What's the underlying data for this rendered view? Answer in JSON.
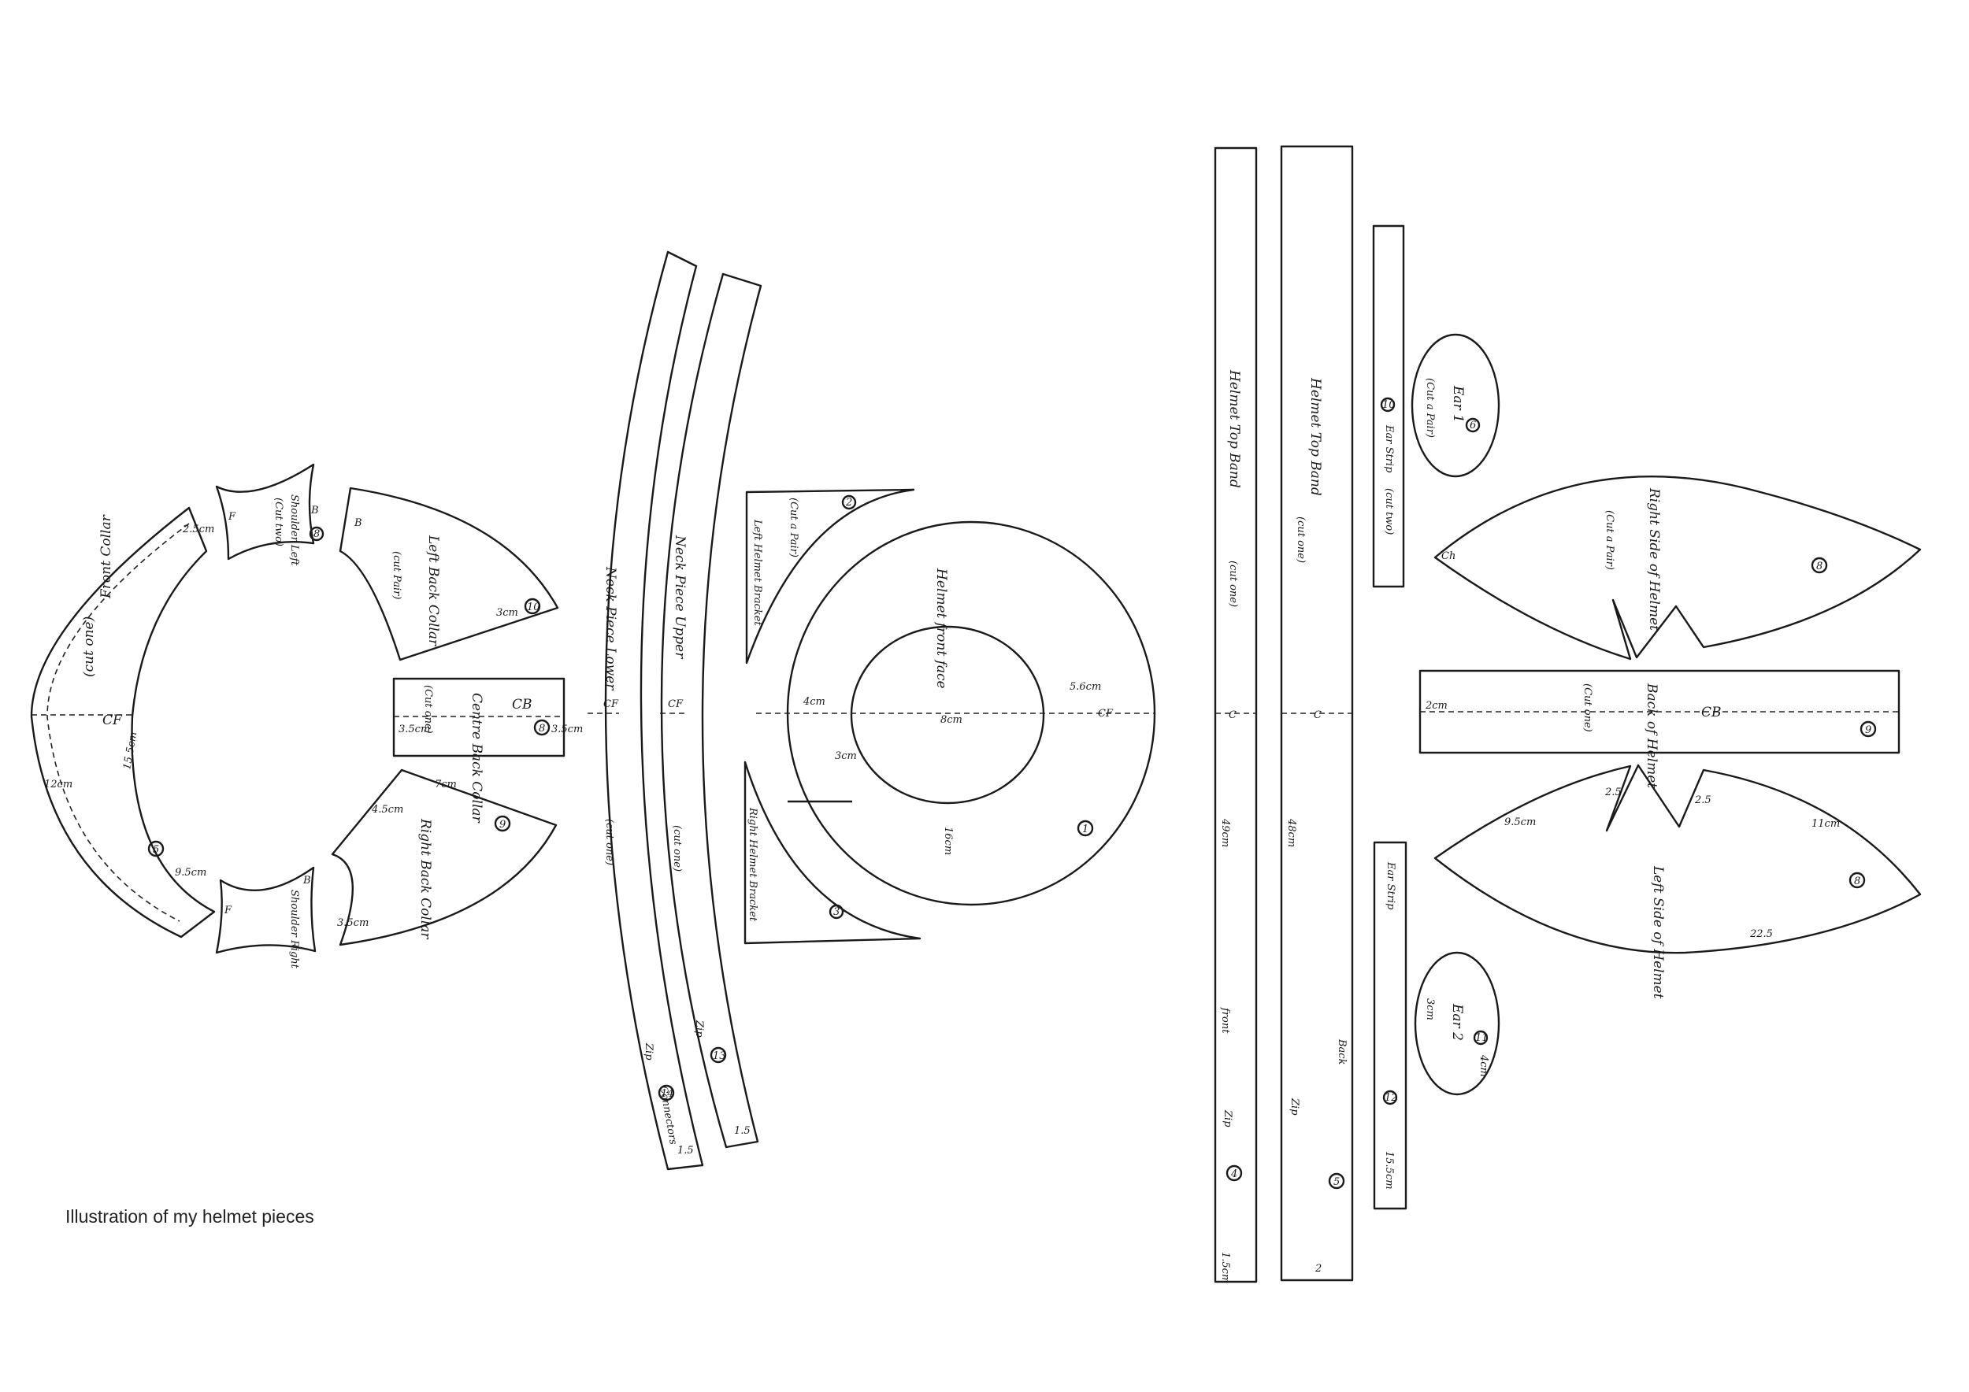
{
  "caption": "Illustration of my helmet pieces",
  "pieces": {
    "front_collar": {
      "name": "Front Collar",
      "note": "(cut one)",
      "number": "5",
      "fold": "CF",
      "meas_inner": "15.5cm",
      "meas_top": "2.5cm",
      "meas_left": "12cm",
      "meas_bottom": "9.5cm"
    },
    "shoulder_left": {
      "name": "Shoulder Left",
      "note": "(Cut two)",
      "number": "8",
      "mark_a": "B",
      "mark_b": "F"
    },
    "shoulder_right": {
      "name": "Shoulder Right",
      "mark_a": "B",
      "mark_b": "F"
    },
    "left_back_collar": {
      "name": "Left Back Collar",
      "note": "(cut Pair)",
      "number": "10",
      "mark": "B",
      "meas": "3cm"
    },
    "centre_back_collar": {
      "name": "Centre Back Collar",
      "note": "(Cut one)",
      "fold": "CB",
      "number": "8",
      "meas_a": "3.5cm",
      "meas_b": "3.5cm"
    },
    "right_back_collar": {
      "name": "Right Back Collar",
      "number": "9",
      "meas_a": "7cm",
      "meas_b": "4.5cm",
      "meas_c": "3.5cm"
    },
    "neck_piece_lower": {
      "name": "Neck Piece Lower",
      "note": "(cut one)",
      "number": "14",
      "fold": "CF",
      "zip": "Zip",
      "meas": "1.5",
      "side_note": "Connectors"
    },
    "neck_piece_upper": {
      "name": "Neck Piece Upper",
      "note": "(cut one)",
      "number": "13",
      "fold": "CF",
      "zip": "Zip",
      "meas": "1.5"
    },
    "left_helmet_bracket": {
      "name": "Left Helmet Bracket",
      "note": "(Cut a Pair)",
      "number": "2"
    },
    "right_helmet_bracket": {
      "name": "Right Helmet Bracket",
      "number": "3"
    },
    "helmet_front_face": {
      "name": "Helmet front face",
      "fold": "CF",
      "number": "1",
      "meas_a": "5.6cm",
      "meas_b": "16cm",
      "meas_c": "8cm",
      "meas_d": "4cm",
      "meas_e": "3cm"
    },
    "helmet_top_band_1": {
      "name": "Helmet Top Band",
      "note": "(cut one)",
      "number": "4",
      "label_bottom": "front",
      "zip": "Zip",
      "meas": "1.5cm",
      "meas_side": "49cm",
      "fold": "C"
    },
    "helmet_top_band_2": {
      "name": "Helmet Top Band",
      "note": "(cut one)",
      "number": "5",
      "label_bottom": "Back",
      "zip": "Zip",
      "meas": "2",
      "meas_side": "48cm",
      "fold": "C"
    },
    "ear_strip_1": {
      "name": "Ear Strip",
      "note": "(cut two)",
      "number": "10"
    },
    "ear_strip_2": {
      "name": "Ear Strip",
      "number": "12",
      "meas": "15.5cm"
    },
    "ear_1": {
      "name": "Ear 1",
      "note": "(Cut a Pair)",
      "number": "6"
    },
    "ear_2": {
      "name": "Ear 2",
      "number": "11",
      "meas_a": "3cm",
      "meas_b": "4cm"
    },
    "right_side_helmet": {
      "name": "Right Side of Helmet",
      "note": "(Cut a Pair)",
      "number": "8",
      "mark": "Ch"
    },
    "back_of_helmet": {
      "name": "Back of Helmet",
      "note": "(Cut one)",
      "number": "9",
      "fold": "CB",
      "meas": "2cm"
    },
    "left_side_helmet": {
      "name": "Left Side of Helmet",
      "number": "8",
      "meas_a": "9.5cm",
      "meas_b": "11cm",
      "meas_c": "22.5",
      "meas_d": "2.5",
      "meas_e": "2.5"
    }
  }
}
